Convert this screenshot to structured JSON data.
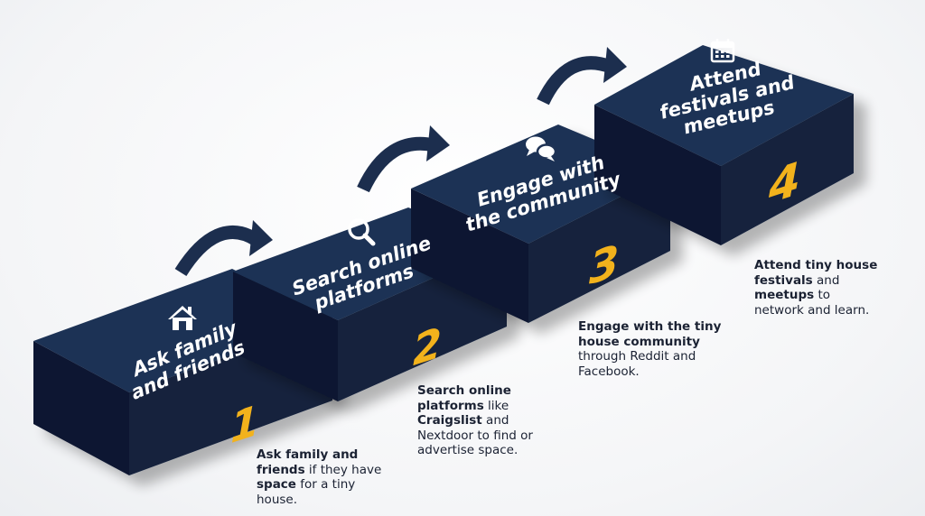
{
  "steps": [
    {
      "number": "1",
      "title_lines": [
        "Ask family",
        "and friends"
      ],
      "icon": "home-icon",
      "desc_lines": [
        [
          {
            "t": "Ask family and",
            "b": true
          }
        ],
        [
          {
            "t": "friends",
            "b": true
          },
          {
            "t": " if they have",
            "b": false
          }
        ],
        [
          {
            "t": "space",
            "b": true
          },
          {
            "t": " for a tiny",
            "b": false
          }
        ],
        [
          {
            "t": "house.",
            "b": false
          }
        ]
      ]
    },
    {
      "number": "2",
      "title_lines": [
        "Search online",
        "platforms"
      ],
      "icon": "search-icon",
      "desc_lines": [
        [
          {
            "t": "Search online",
            "b": true
          }
        ],
        [
          {
            "t": "platforms",
            "b": true
          },
          {
            "t": " like",
            "b": false
          }
        ],
        [
          {
            "t": "Craigslist",
            "b": true
          },
          {
            "t": " and",
            "b": false
          }
        ],
        [
          {
            "t": "Nextdoor to find or",
            "b": false
          }
        ],
        [
          {
            "t": "advertise space.",
            "b": false
          }
        ]
      ]
    },
    {
      "number": "3",
      "title_lines": [
        "Engage with",
        "the community"
      ],
      "icon": "chat-bubbles-icon",
      "desc_lines": [
        [
          {
            "t": "Engage with the tiny",
            "b": true
          }
        ],
        [
          {
            "t": "house community",
            "b": true
          }
        ],
        [
          {
            "t": "through Reddit and",
            "b": false
          }
        ],
        [
          {
            "t": "Facebook.",
            "b": false
          }
        ]
      ]
    },
    {
      "number": "4",
      "title_lines": [
        "Attend",
        "festivals and",
        "meetups"
      ],
      "icon": "calendar-icon",
      "desc_lines": [
        [
          {
            "t": "Attend tiny house",
            "b": true
          }
        ],
        [
          {
            "t": "festivals",
            "b": true
          },
          {
            "t": " and",
            "b": false
          }
        ],
        [
          {
            "t": "meetups",
            "b": true
          },
          {
            "t": " to",
            "b": false
          }
        ],
        [
          {
            "t": "network and learn.",
            "b": false
          }
        ]
      ]
    }
  ],
  "colors": {
    "top_face": "#1f3355",
    "front_face": "#12213d",
    "side_face": "#0c1730",
    "arrow": "#1c2e4e",
    "number": "#f2b21c",
    "icon": "#ffffff",
    "text": "#1b2233"
  }
}
